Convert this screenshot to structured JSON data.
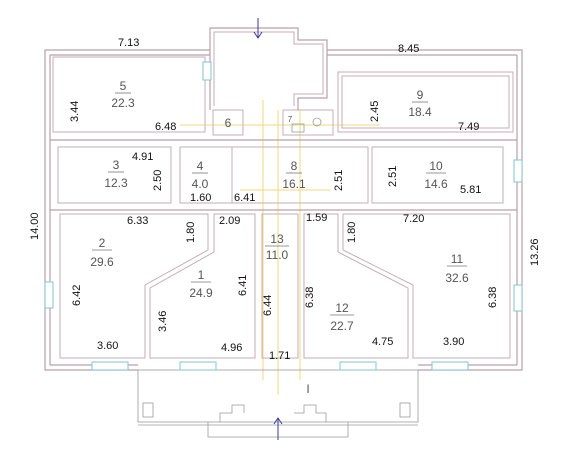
{
  "rooms": [
    {
      "id": "r5",
      "number": "5",
      "area": "22.3"
    },
    {
      "id": "r6",
      "number": "6",
      "area": ""
    },
    {
      "id": "r7",
      "number": "7",
      "area": ""
    },
    {
      "id": "r9",
      "number": "9",
      "area": "18.4"
    },
    {
      "id": "r3",
      "number": "3",
      "area": "12.3"
    },
    {
      "id": "r4",
      "number": "4",
      "area": "4.0"
    },
    {
      "id": "r8",
      "number": "8",
      "area": "16.1"
    },
    {
      "id": "r10",
      "number": "10",
      "area": "14.6"
    },
    {
      "id": "r2",
      "number": "2",
      "area": "29.6"
    },
    {
      "id": "r1",
      "number": "1",
      "area": "24.9"
    },
    {
      "id": "r13",
      "number": "13",
      "area": "11.0"
    },
    {
      "id": "r12",
      "number": "12",
      "area": "22.7"
    },
    {
      "id": "r11",
      "number": "11",
      "area": "32.6"
    },
    {
      "id": "rI",
      "number": "I",
      "area": ""
    }
  ],
  "dimensions": [
    {
      "id": "d713",
      "text": "7.13"
    },
    {
      "id": "d845",
      "text": "8.45"
    },
    {
      "id": "d344",
      "text": "3.44"
    },
    {
      "id": "d648",
      "text": "6.48"
    },
    {
      "id": "d245",
      "text": "2.45"
    },
    {
      "id": "d749",
      "text": "7.49"
    },
    {
      "id": "d491",
      "text": "4.91"
    },
    {
      "id": "d250",
      "text": "2.50"
    },
    {
      "id": "d160",
      "text": "1.60"
    },
    {
      "id": "d641a",
      "text": "6.41"
    },
    {
      "id": "d251a",
      "text": "2.51"
    },
    {
      "id": "d251b",
      "text": "2.51"
    },
    {
      "id": "d581",
      "text": "5.81"
    },
    {
      "id": "d1400",
      "text": "14.00"
    },
    {
      "id": "d633",
      "text": "6.33"
    },
    {
      "id": "d209",
      "text": "2.09"
    },
    {
      "id": "d159",
      "text": "1.59"
    },
    {
      "id": "d720",
      "text": "7.20"
    },
    {
      "id": "d180a",
      "text": "1.80"
    },
    {
      "id": "d180b",
      "text": "1.80"
    },
    {
      "id": "d1326",
      "text": "13.26"
    },
    {
      "id": "d642",
      "text": "6.42"
    },
    {
      "id": "d641b",
      "text": "6.41"
    },
    {
      "id": "d644",
      "text": "6.44"
    },
    {
      "id": "d638a",
      "text": "6.38"
    },
    {
      "id": "d638b",
      "text": "6.38"
    },
    {
      "id": "d346",
      "text": "3.46"
    },
    {
      "id": "d360",
      "text": "3.60"
    },
    {
      "id": "d496",
      "text": "4.96"
    },
    {
      "id": "d171",
      "text": "1.71"
    },
    {
      "id": "d475",
      "text": "4.75"
    },
    {
      "id": "d390",
      "text": "3.90"
    }
  ],
  "colors": {
    "wall": "#b8a0a8",
    "window": "#7fc6cf",
    "axis": "#f2d97a",
    "arrow": "#3a3aa0"
  },
  "icons": [
    "entrance-arrow-icon",
    "sink-icon"
  ]
}
